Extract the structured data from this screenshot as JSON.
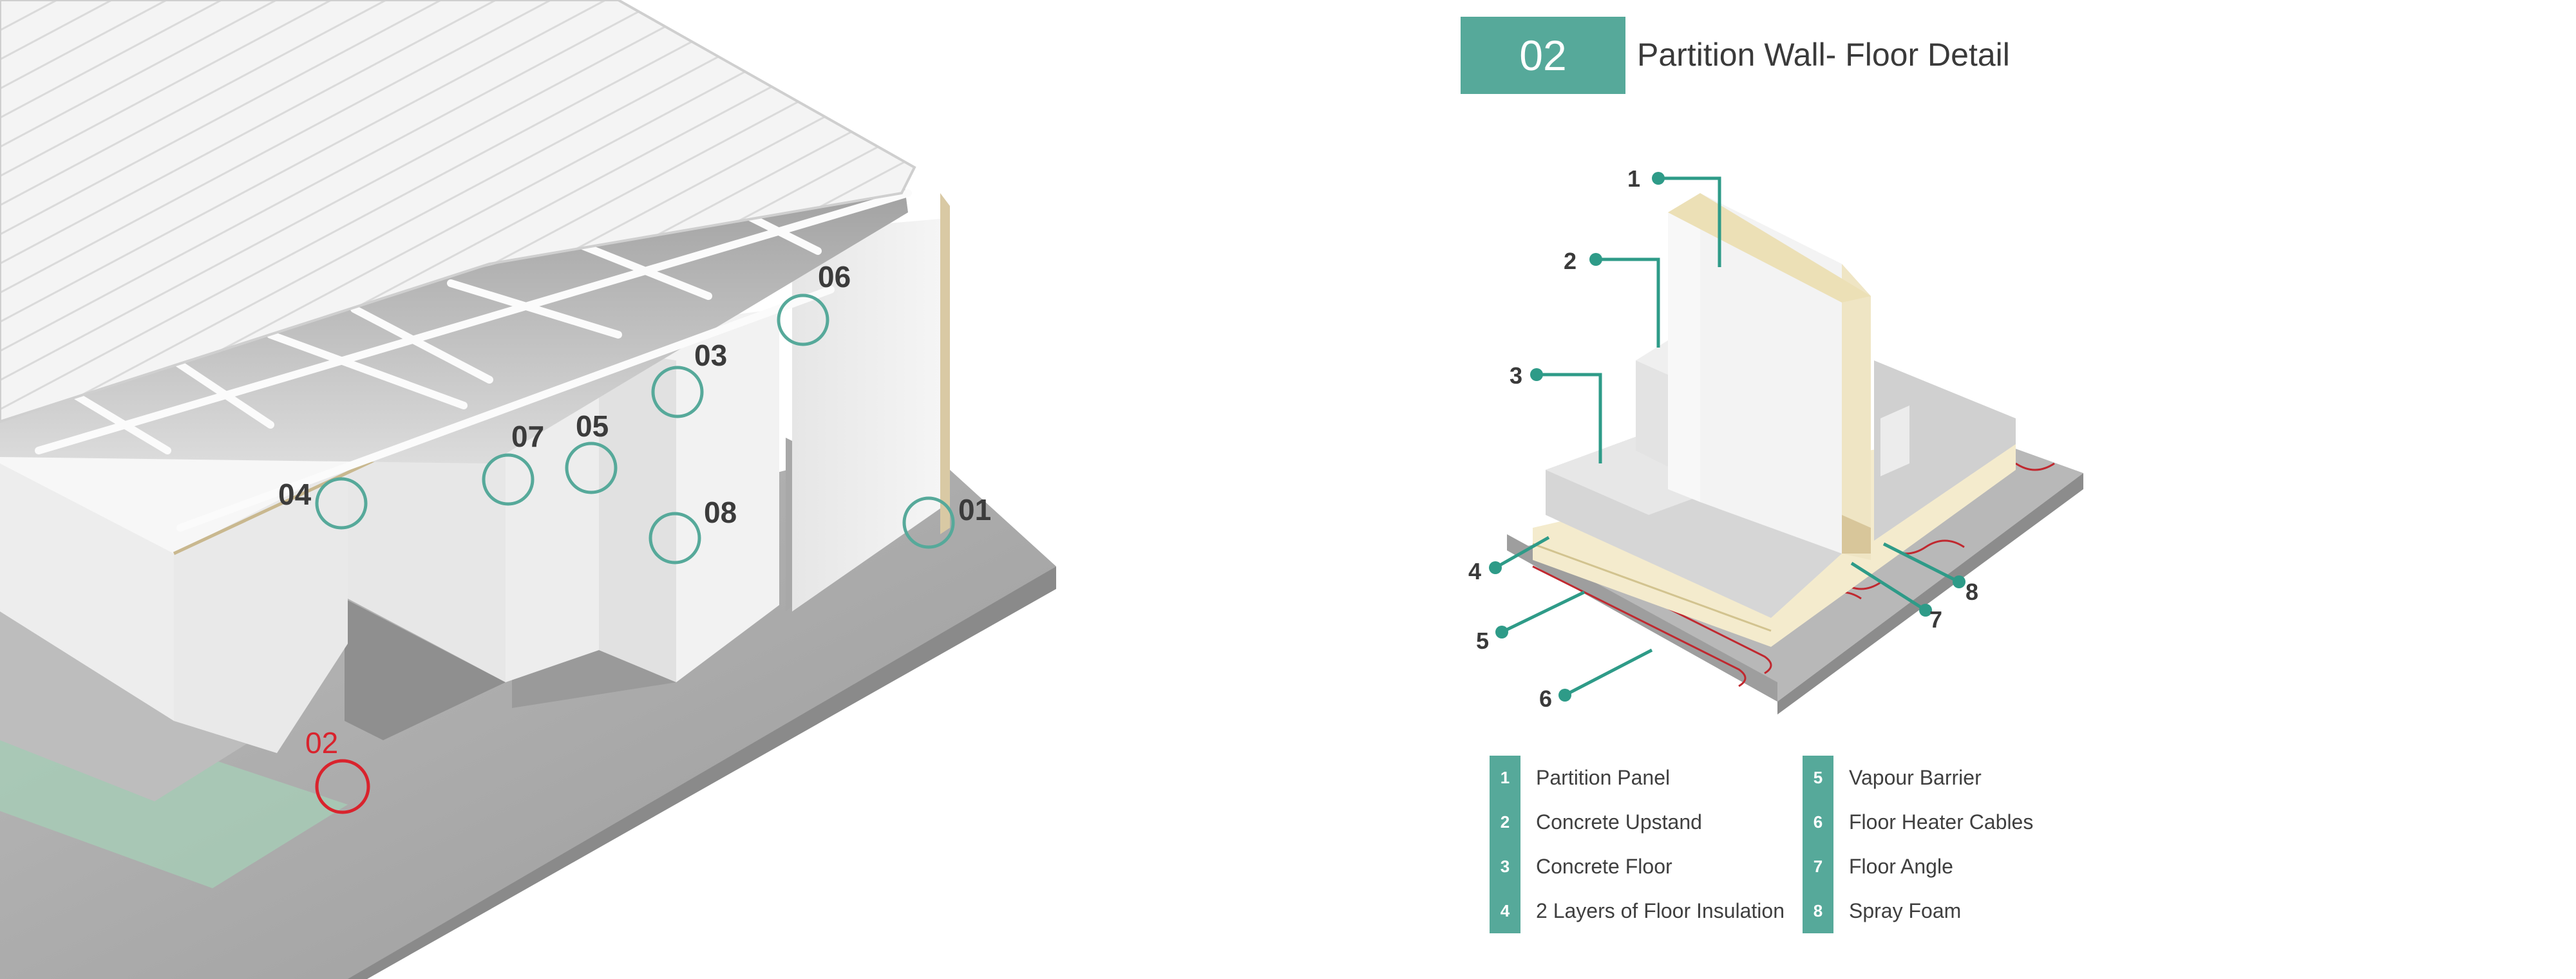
{
  "detail_number": "02",
  "title": "Partition Wall- Floor Detail",
  "colors": {
    "accent": "#56a99a",
    "highlight_marker": "#d9232d",
    "text": "#3a3a3a"
  },
  "overview_markers": [
    {
      "id": "01",
      "label": "01",
      "highlight": false
    },
    {
      "id": "02",
      "label": "02",
      "highlight": true
    },
    {
      "id": "03",
      "label": "03",
      "highlight": false
    },
    {
      "id": "04",
      "label": "04",
      "highlight": false
    },
    {
      "id": "05",
      "label": "05",
      "highlight": false
    },
    {
      "id": "06",
      "label": "06",
      "highlight": false
    },
    {
      "id": "07",
      "label": "07",
      "highlight": false
    },
    {
      "id": "08",
      "label": "08",
      "highlight": false
    }
  ],
  "callouts": [
    "1",
    "2",
    "3",
    "4",
    "5",
    "6",
    "7",
    "8"
  ],
  "legend": [
    {
      "num": "1",
      "label": "Partition Panel"
    },
    {
      "num": "2",
      "label": "Concrete Upstand"
    },
    {
      "num": "3",
      "label": "Concrete  Floor"
    },
    {
      "num": "4",
      "label": "2 Layers of Floor Insulation"
    },
    {
      "num": "5",
      "label": "Vapour Barrier"
    },
    {
      "num": "6",
      "label": "Floor Heater Cables"
    },
    {
      "num": "7",
      "label": "Floor Angle"
    },
    {
      "num": "8",
      "label": "Spray Foam"
    }
  ]
}
